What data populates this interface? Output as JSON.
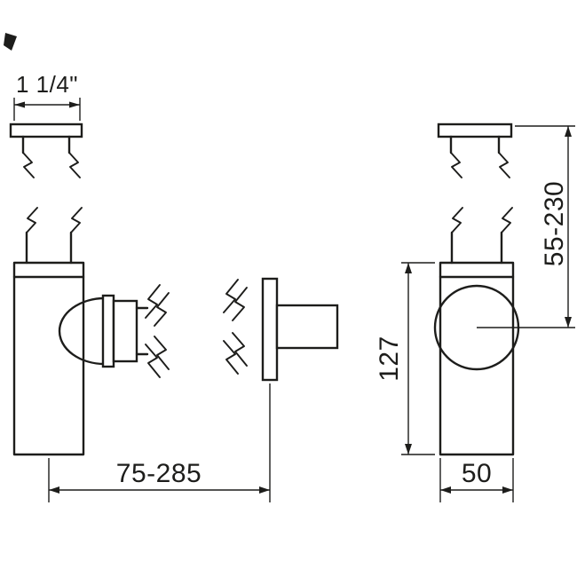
{
  "page": {
    "background_color": "#ffffff",
    "line_color": "#1d1d1b"
  },
  "drawing": {
    "type": "technical-dimension-drawing",
    "labels": {
      "thread_size": "1 1/4\"",
      "wall_distance_range": "75-285",
      "trap_height": "127",
      "inlet_height_range": "55-230",
      "trap_width": "50"
    }
  }
}
